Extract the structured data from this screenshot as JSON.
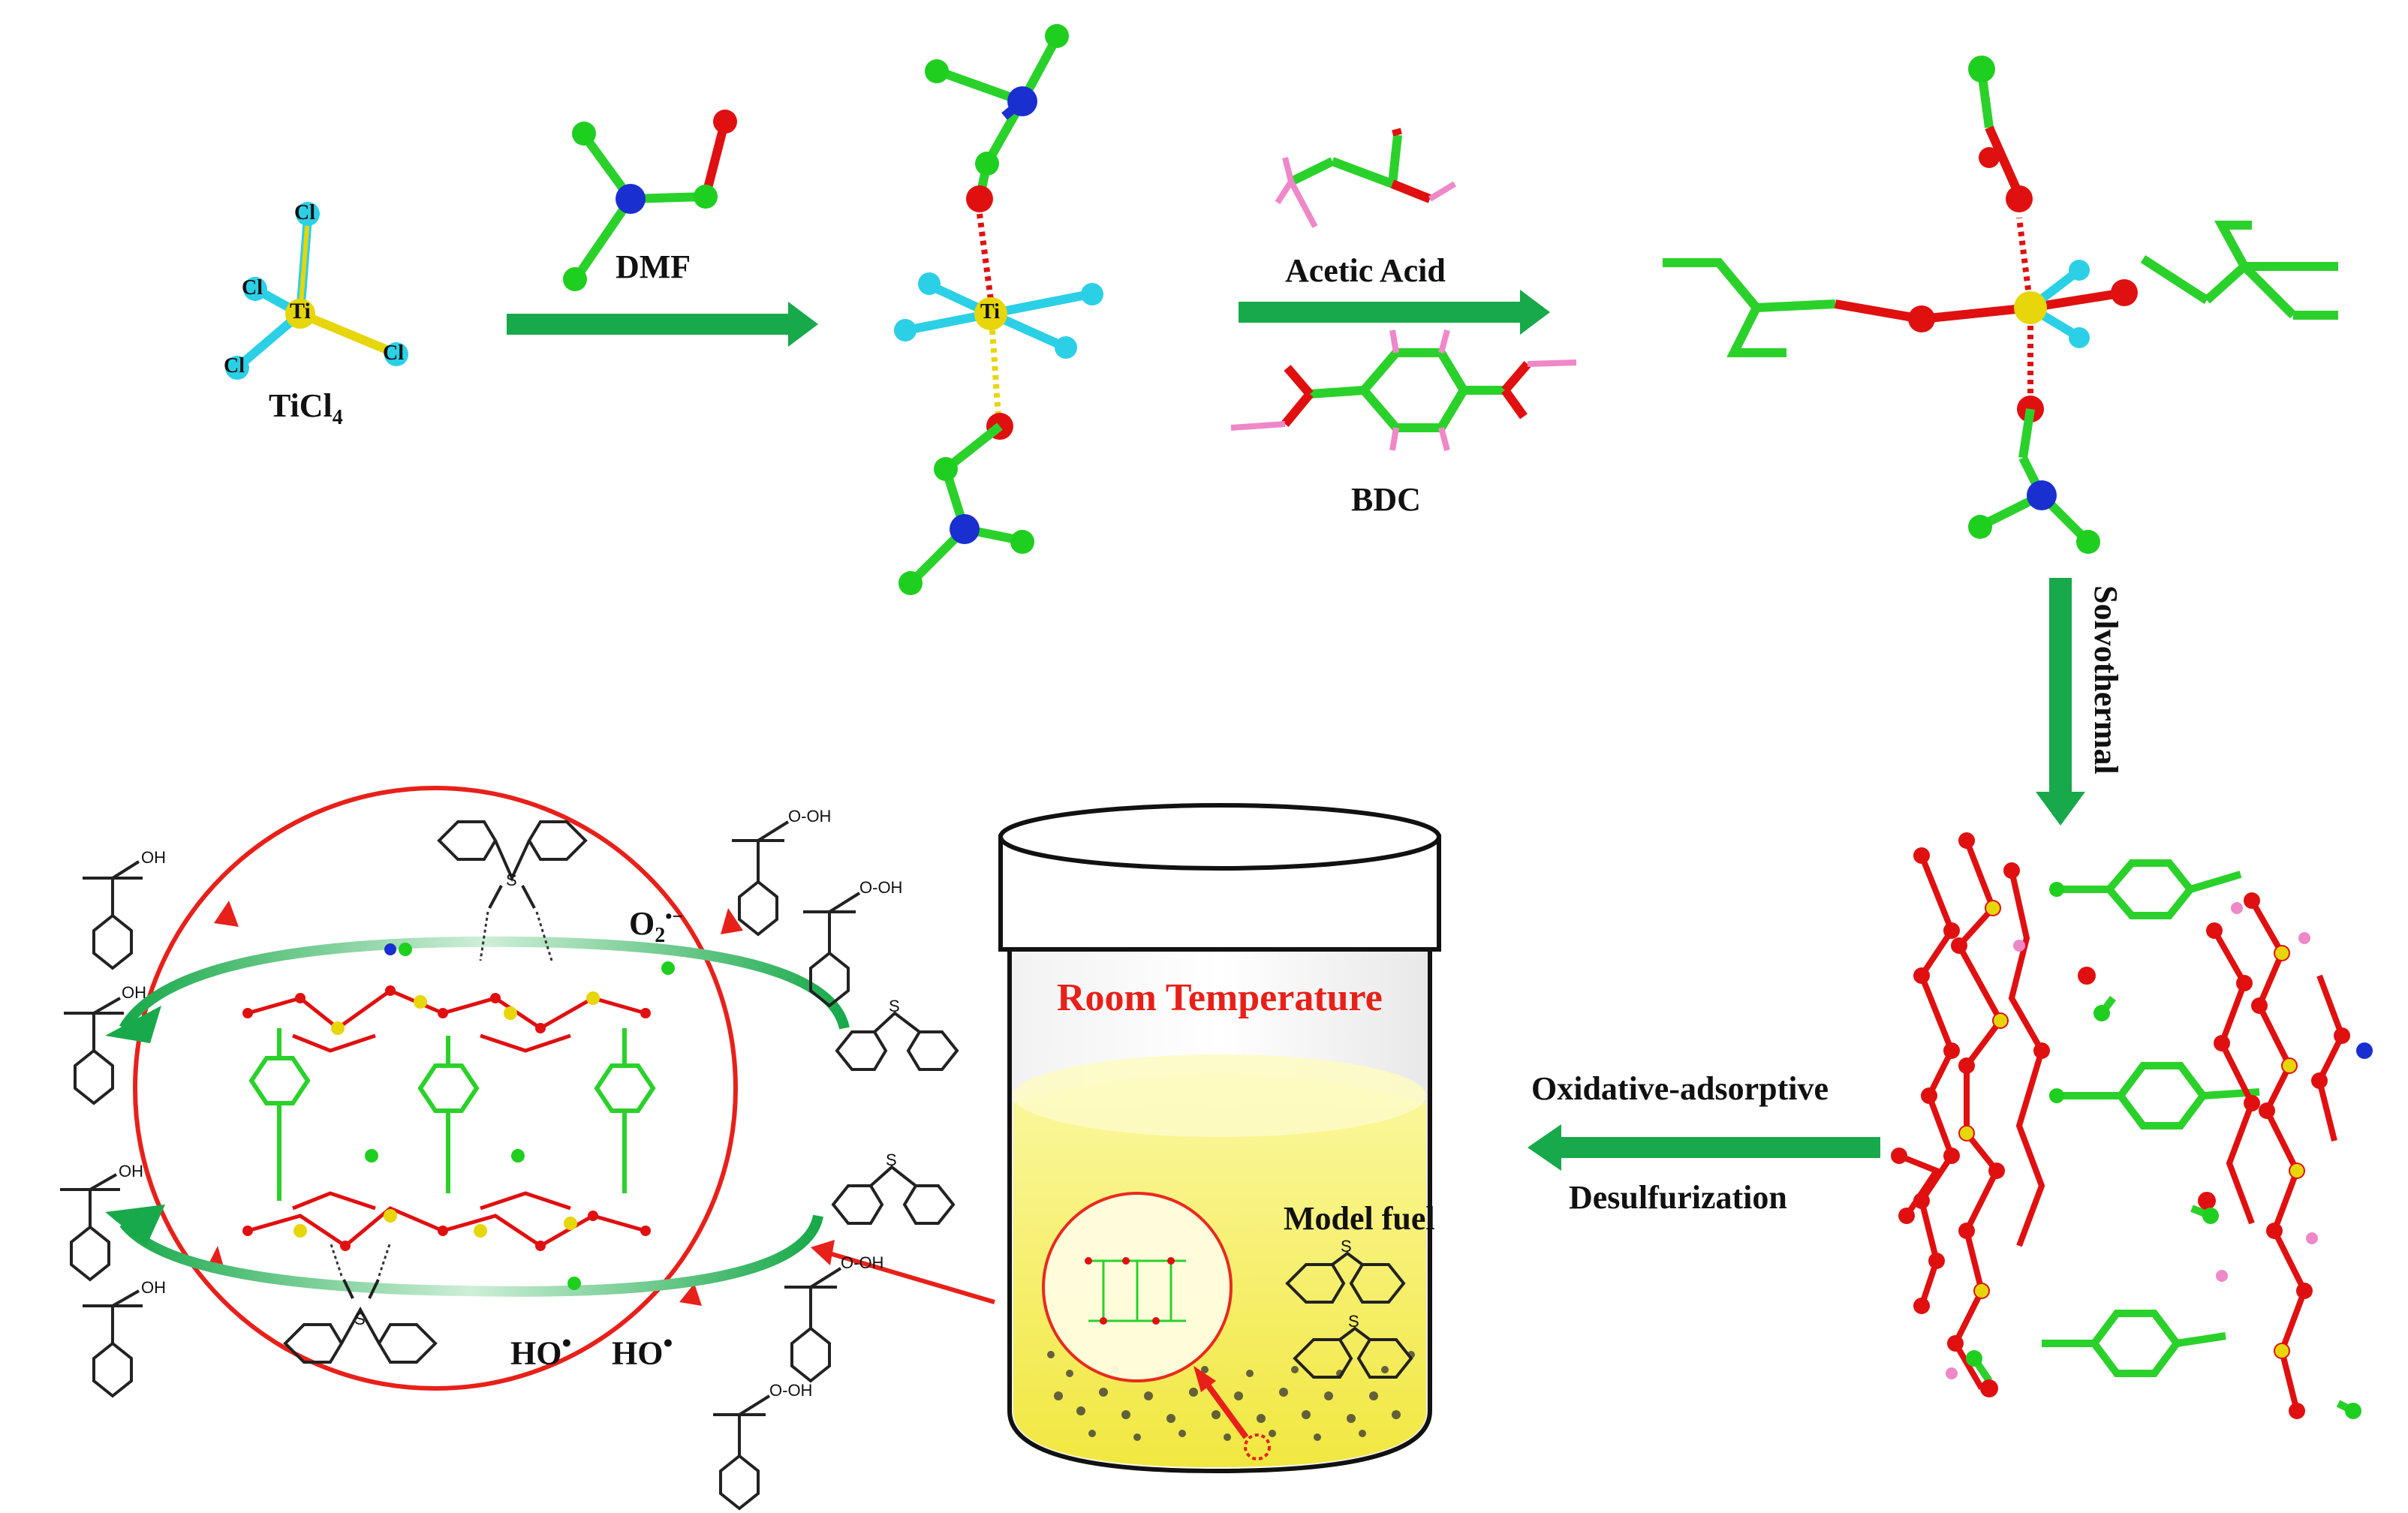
{
  "labels": {
    "ticl4": "TiCl",
    "ticl4_sub": "4",
    "dmf": "DMF",
    "acetic_acid": "Acetic Acid",
    "bdc": "BDC",
    "solvothermal": "Solvothermal",
    "oxidative": "Oxidative-adsorptive",
    "desulfurization": "Desulfurization",
    "room_temperature": "Room Temperature",
    "model_fuel": "Model fuel",
    "o2": "O",
    "o2_sub": "2",
    "o2_sup": "•−",
    "ho1": "HO",
    "ho2": "HO",
    "ho_sup": "•",
    "cl": "Cl",
    "ti": "Ti",
    "oh": "OH",
    "ooh": "O-OH",
    "s": "S",
    "o": "O"
  },
  "colors": {
    "arrow_green": "#17a94a",
    "arrow_red": "#e8201a",
    "cycle_red": "#e8201a",
    "bond_green": "#2bd12b",
    "atom_green": "#1fcf1f",
    "atom_red": "#e01010",
    "atom_blue": "#1a2fd0",
    "atom_cyan": "#2bd0e6",
    "atom_yellow": "#e6d60a",
    "atom_pink": "#ee88c8",
    "fuel_yellow": "#f6f051",
    "text_red": "#e8201a"
  }
}
